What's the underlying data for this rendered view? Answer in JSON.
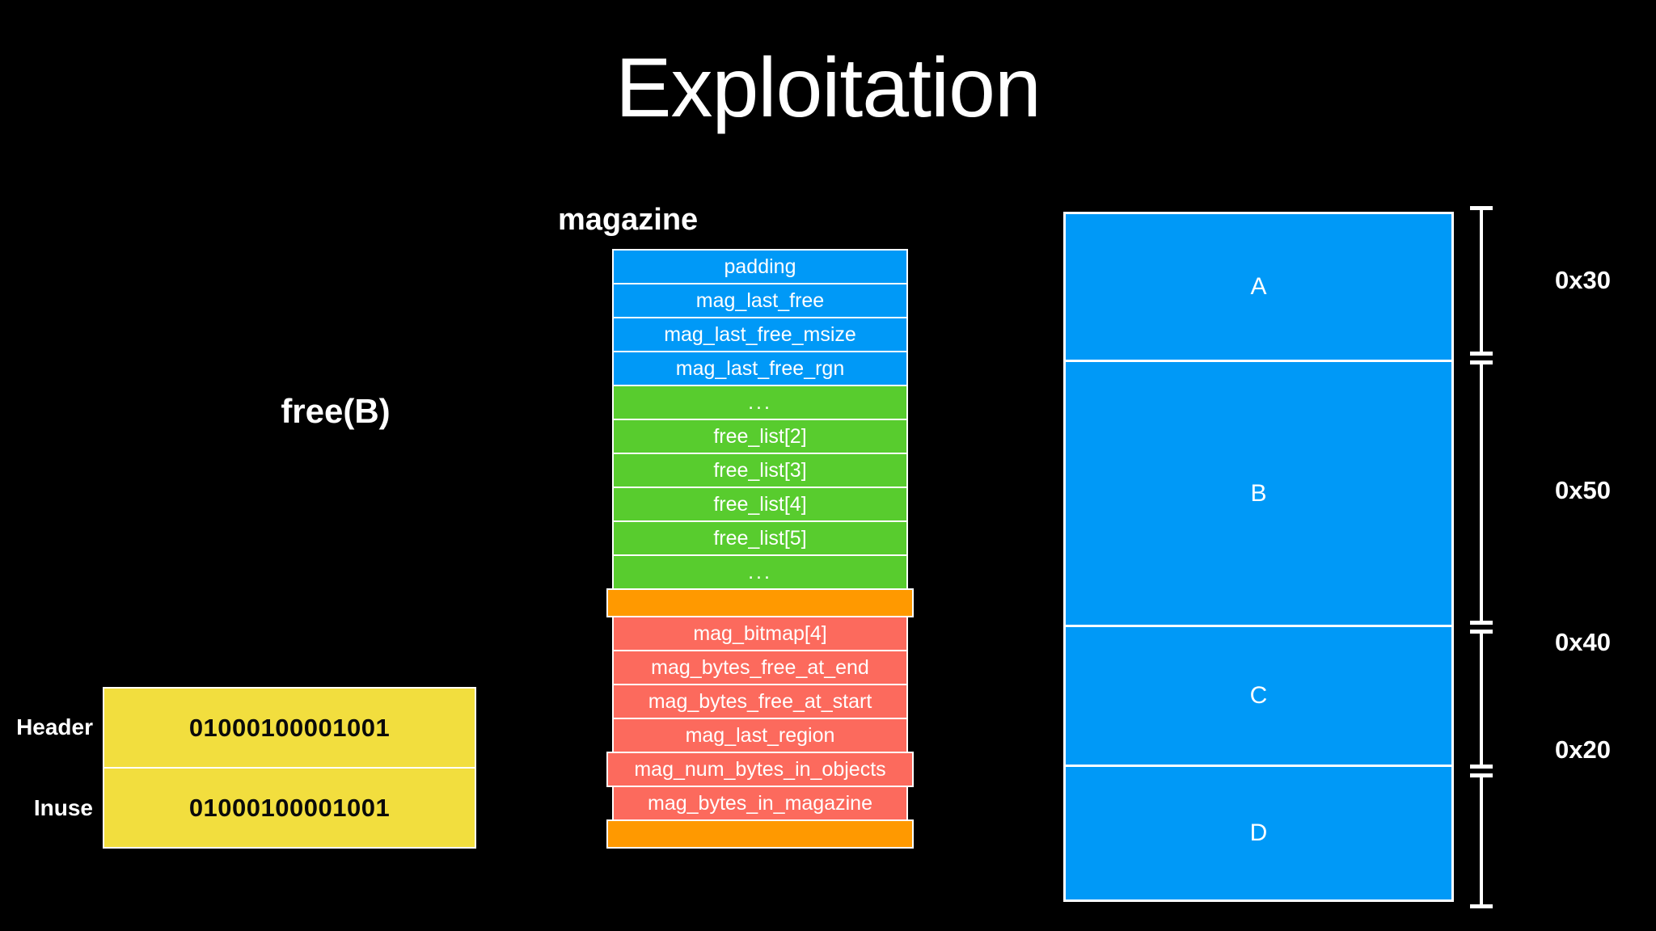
{
  "slide": {
    "title": "Exploitation",
    "background_color": "#000000",
    "text_color": "#ffffff"
  },
  "free_call": {
    "label": "free(B)"
  },
  "header_inuse": {
    "rows": [
      {
        "label": "Header",
        "value": "01000100001001"
      },
      {
        "label": "Inuse",
        "value": "01000100001001"
      }
    ],
    "block_color": "#F2DE3E",
    "value_color": "#0a0a0a"
  },
  "magazine": {
    "title": "magazine",
    "colors": {
      "blue": "#0099F7",
      "green": "#58CC2E",
      "orange": "#FF9900",
      "red": "#FC6A5D",
      "border": "#ffffff"
    },
    "rows": [
      {
        "label": "padding",
        "color": "blue"
      },
      {
        "label": "mag_last_free",
        "color": "blue"
      },
      {
        "label": "mag_last_free_msize",
        "color": "blue"
      },
      {
        "label": "mag_last_free_rgn",
        "color": "blue"
      },
      {
        "label": "...",
        "color": "green"
      },
      {
        "label": "free_list[2]",
        "color": "green"
      },
      {
        "label": "free_list[3]",
        "color": "green"
      },
      {
        "label": "free_list[4]",
        "color": "green"
      },
      {
        "label": "free_list[5]",
        "color": "green"
      },
      {
        "label": "...",
        "color": "green"
      },
      {
        "label": "",
        "color": "orange"
      },
      {
        "label": "mag_bitmap[4]",
        "color": "red"
      },
      {
        "label": "mag_bytes_free_at_end",
        "color": "red"
      },
      {
        "label": "mag_bytes_free_at_start",
        "color": "red"
      },
      {
        "label": "mag_last_region",
        "color": "red"
      },
      {
        "label": "mag_num_bytes_in_objects",
        "color": "red"
      },
      {
        "label": "mag_bytes_in_magazine",
        "color": "red"
      },
      {
        "label": "",
        "color": "orange"
      }
    ]
  },
  "heap": {
    "block_color": "#0099F7",
    "blocks": [
      {
        "label": "A",
        "size": "0x30"
      },
      {
        "label": "B",
        "size": "0x50"
      },
      {
        "label": "C",
        "size": "0x40"
      },
      {
        "label": "D",
        "size": "0x20"
      }
    ]
  }
}
